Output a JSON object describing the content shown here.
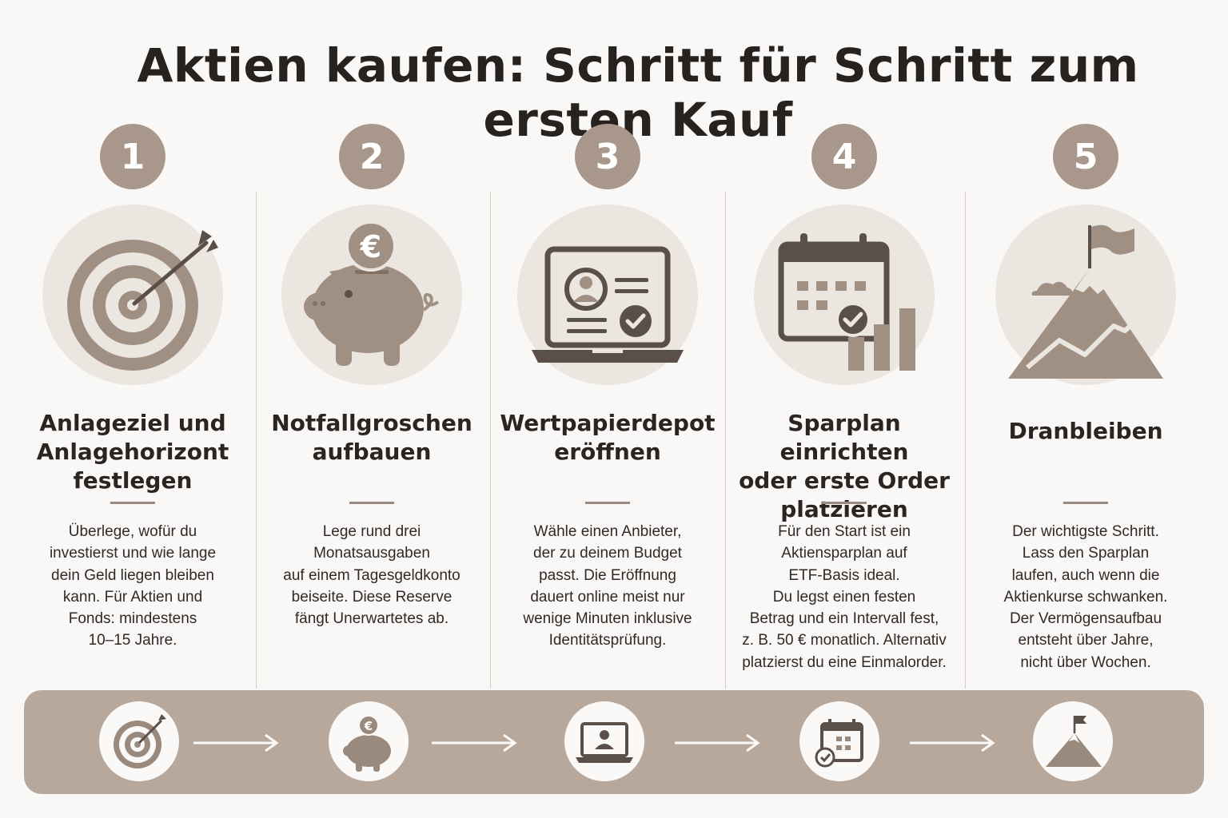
{
  "title": "Aktien kaufen: Schritt für Schritt zum ersten Kauf",
  "colors": {
    "accent": "#a8978a",
    "icon": "#a08f83",
    "icon_dark": "#5b4f49",
    "circle_bg": "#ece6e1",
    "bar_bg": "#b8a89c",
    "background": "#faf8f6"
  },
  "steps": [
    {
      "number": "1",
      "icon": "target-icon",
      "title": "Anlageziel und\nAnlagehorizont\nfestlegen",
      "text": "Überlege, wofür du\ninvestierst und wie lange\ndein Geld liegen bleiben\nkann. Für Aktien und\nFonds: mindestens\n10–15 Jahre."
    },
    {
      "number": "2",
      "icon": "piggy-bank-icon",
      "coin_symbol": "€",
      "title": "Notfallgroschen\naufbauen",
      "text": "Lege rund drei\nMonatsausgaben\nauf einem Tagesgeldkonto\nbeiseite. Diese Reserve\nfängt Unerwartetes ab."
    },
    {
      "number": "3",
      "icon": "laptop-profile-icon",
      "title": "Wertpapierdepot\neröffnen",
      "text": "Wähle einen Anbieter,\nder zu deinem Budget\npasst. Die Eröffnung\ndauert online meist nur\nwenige Minuten inklusive\nIdentitätsprüfung."
    },
    {
      "number": "4",
      "icon": "calendar-chart-icon",
      "title": "Sparplan einrichten\noder erste Order\nplatzieren",
      "text": "Für den Start ist ein\nAktiensparplan auf\nETF-Basis ideal.\nDu legst einen festen\nBetrag und ein Intervall fest,\nz. B. 50 € monatlich. Alternativ\nplatzierst du eine Einmalorder."
    },
    {
      "number": "5",
      "icon": "mountain-flag-icon",
      "title": "Dranbleiben",
      "text": "Der wichtigste Schritt.\nLass den Sparplan\nlaufen, auch wenn die\nAktienkurse schwanken.\nDer Vermögensaufbau\nentsteht über Jahre,\nnicht über Wochen."
    }
  ],
  "bottom_bar": {
    "icons": [
      "target-icon",
      "piggy-bank-icon",
      "laptop-profile-icon",
      "calendar-check-icon",
      "mountain-flag-icon"
    ],
    "arrow_icon": "arrow-right-icon"
  }
}
